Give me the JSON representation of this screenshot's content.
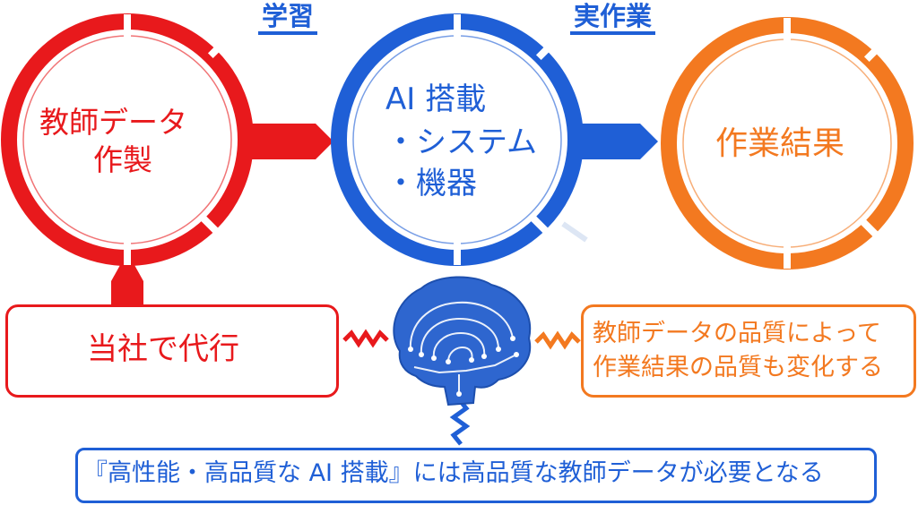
{
  "stages": {
    "learning": "学習",
    "operation": "実作業"
  },
  "circles": {
    "teacher_data": {
      "line1": "教師データ",
      "line2": "作製"
    },
    "ai": {
      "title": "AI 搭載",
      "items": [
        "・システム",
        "・機器"
      ]
    },
    "result": {
      "label": "作業結果"
    }
  },
  "boxes": {
    "agency": "当社で代行",
    "quality_note": {
      "line1": "教師データの品質によって",
      "line2": "作業結果の品質も変化する"
    },
    "footer": "『高性能・高品質な AI 搭載』には高品質な教師データが必要となる"
  },
  "icons": {
    "brain": "brain-circuit-icon"
  },
  "colors": {
    "red": "#e8191c",
    "blue": "#1f5fd6",
    "orange": "#f37920"
  }
}
